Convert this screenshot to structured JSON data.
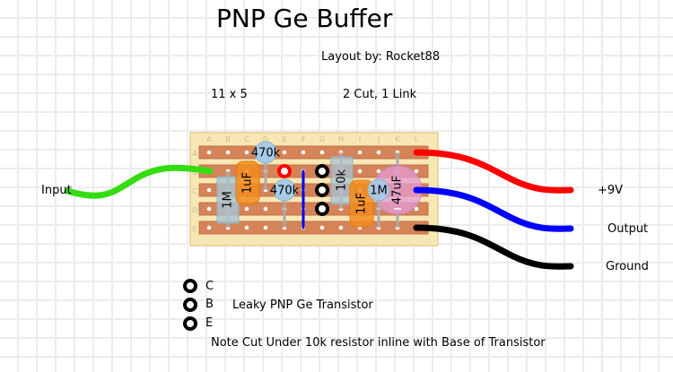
{
  "title": "PNP Ge Buffer",
  "author": "Layout by: Rocket88",
  "board_size": "11 x 5",
  "cuts_links": "2 Cut, 1 Link",
  "board": {
    "columns": [
      "A",
      "B",
      "C",
      "D",
      "E",
      "F",
      "G",
      "H",
      "I",
      "J",
      "K",
      "L"
    ],
    "rows": [
      "A",
      "B",
      "C",
      "D",
      "E"
    ]
  },
  "components": {
    "r1": {
      "label": "1M",
      "type": "resistor"
    },
    "c1": {
      "label": "1uF",
      "type": "capacitor"
    },
    "r2": {
      "label": "470k",
      "type": "resistor"
    },
    "r3": {
      "label": "470k",
      "type": "resistor"
    },
    "r4": {
      "label": "10k",
      "type": "resistor"
    },
    "c2": {
      "label": "1uF",
      "type": "capacitor"
    },
    "r5": {
      "label": "1M",
      "type": "resistor"
    },
    "c3": {
      "label": "47uF",
      "type": "electrolytic-capacitor"
    }
  },
  "wires": {
    "input": {
      "label": "Input",
      "color": "#33dd11"
    },
    "power": {
      "label": "+9V",
      "color": "#ff0000"
    },
    "output": {
      "label": "Output",
      "color": "#0000ff"
    },
    "ground": {
      "label": "Ground",
      "color": "#000000"
    }
  },
  "legend": {
    "pins": [
      "C",
      "B",
      "E"
    ],
    "transistor": "Leaky PNP Ge Transistor"
  },
  "note": "Note Cut Under 10k resistor inline with Base of Transistor"
}
